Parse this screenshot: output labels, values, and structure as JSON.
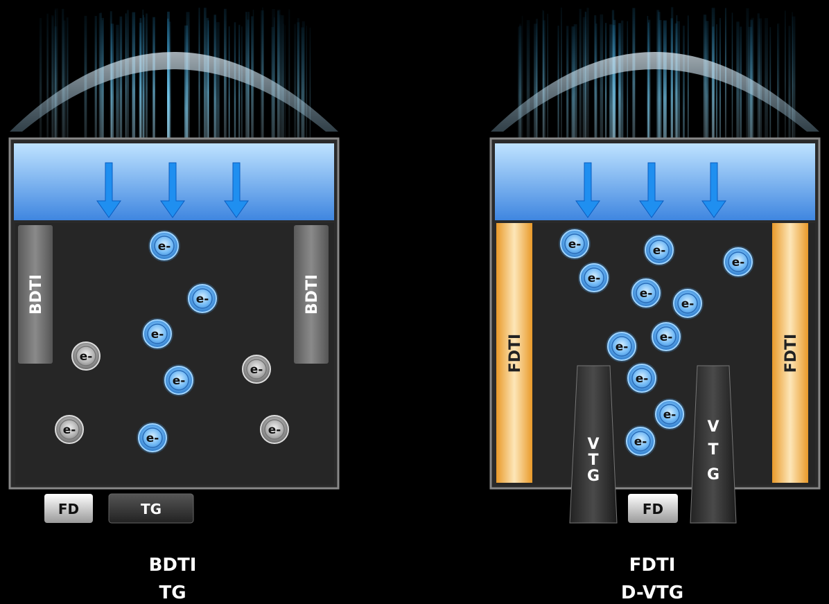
{
  "electron_label": "e-",
  "left_panel": {
    "isolation_label": "BDTI",
    "fd_label": "FD",
    "gate_label": "TG",
    "caption_line1": "BDTI",
    "caption_line2": "TG"
  },
  "right_panel": {
    "isolation_label": "FDTI",
    "fd_label": "FD",
    "vtg_letters": [
      "V",
      "T",
      "G"
    ],
    "caption_line1": "FDTI",
    "caption_line2": "D-VTG"
  },
  "colors": {
    "background": "#000000",
    "blue_electron": "#4aa3f0",
    "gray_electron": "#9a9a9a",
    "fdti_orange": "#f2a93b",
    "light_band": "#5fb0f5"
  }
}
